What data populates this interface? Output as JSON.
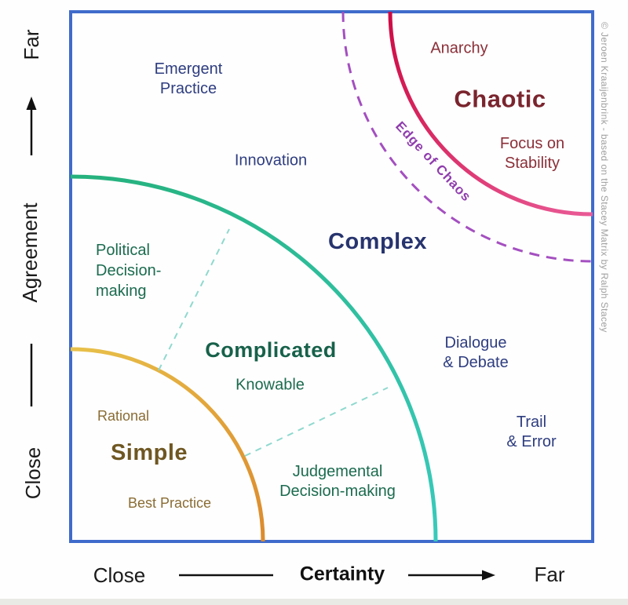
{
  "y_axis": {
    "top": "Far",
    "label": "Agreement",
    "bottom": "Close"
  },
  "x_axis": {
    "left": "Close",
    "label": "Certainty",
    "right": "Far"
  },
  "zones": {
    "simple": {
      "title": "Simple",
      "note_upper": "Rational",
      "note_lower": "Best Practice"
    },
    "complicated": {
      "title": "Complicated",
      "note": "Knowable",
      "note_upper": "Political\nDecision-\nmaking",
      "note_lower": "Judgemental\nDecision-making"
    },
    "complex": {
      "title": "Complex",
      "note_upper_left": "Emergent\nPractice",
      "note_mid": "Innovation",
      "note_right": "Dialogue\n& Debate",
      "note_lower_right": "Trail\n& Error"
    },
    "chaotic": {
      "title": "Chaotic",
      "note_upper": "Anarchy",
      "note_lower": "Focus on\nStability"
    },
    "edge_of_chaos_label": "Edge of Chaos"
  },
  "credit": "© Jeroen Kraaijenbrink - based on the Stacey Matrix by Ralph Stacey",
  "colors": {
    "border_blue": "#3F6BCB",
    "simple_arc_start": "#E8C14A",
    "simple_arc_end": "#DC8B2D",
    "complicated_arc_start": "#25B17C",
    "complicated_arc_end": "#38CABB",
    "chaotic_arc_start": "#CE0B44",
    "chaotic_arc_end": "#E95B96",
    "edge_arc_purple": "#A44FC0",
    "divider_dash_teal": "#8FD9CE",
    "navy_text": "#2E3D80",
    "green_text": "#1B6B4F",
    "red_text": "#8B2F38",
    "olive_text": "#8A6C33",
    "purple_text": "#8F3DAD",
    "credit_gray": "#A0A0A0"
  }
}
